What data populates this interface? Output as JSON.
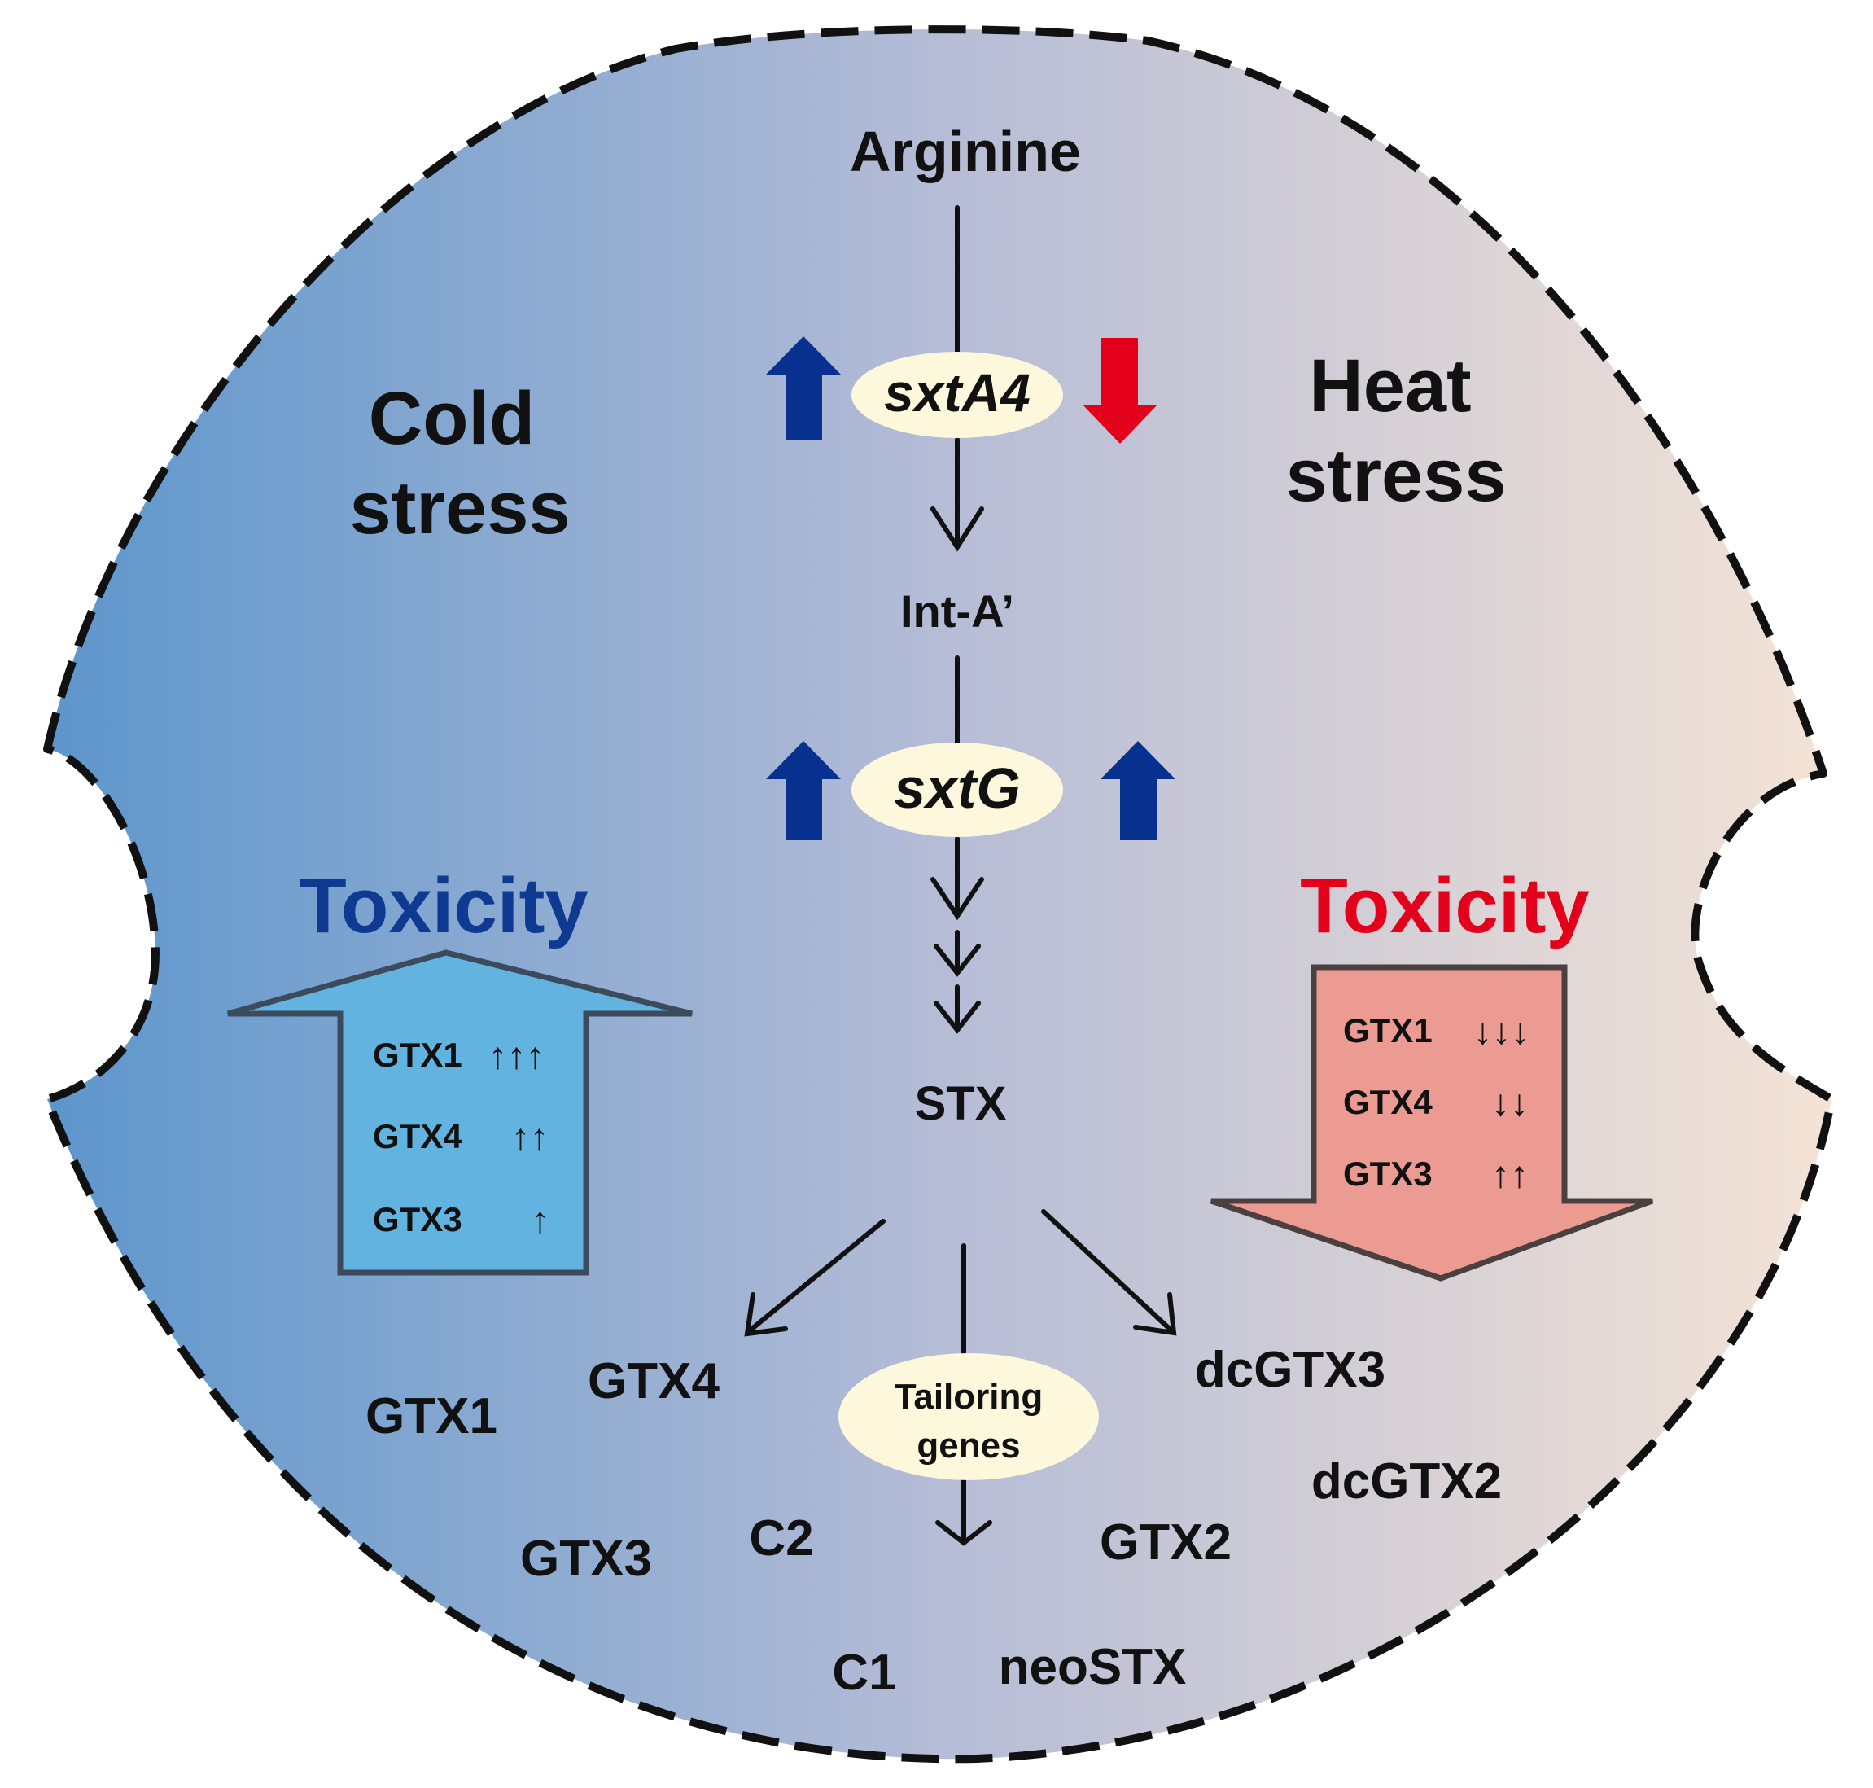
{
  "colors": {
    "cold": "#5d96cc",
    "mid": "#b5bcd6",
    "heat": "#f4e3d6",
    "up_arrow": "#07308f",
    "down_arrow": "#e2001a",
    "toxicity_cold": "#0f3a92",
    "toxicity_heat": "#e2001a",
    "gene_ellipse": "#fdf7dc",
    "cold_box": "#63b3e0",
    "heat_box": "#ec9b93",
    "outline": "#111111"
  },
  "pathway": {
    "start": "Arginine",
    "gene1": "sxtA4",
    "intermediate": "Int-A’",
    "gene2": "sxtG",
    "product": "STX",
    "tailoring_line1": "Tailoring",
    "tailoring_line2": "genes"
  },
  "cold": {
    "title_line1": "Cold",
    "title_line2": "stress",
    "toxicity_label": "Toxicity",
    "sxtA4_regulation": "up-arrow-icon",
    "sxtG_regulation": "up-arrow-icon",
    "items": [
      {
        "name": "GTX1",
        "arrows": "↑↑↑"
      },
      {
        "name": "GTX4",
        "arrows": "↑↑"
      },
      {
        "name": "GTX3",
        "arrows": "↑"
      }
    ]
  },
  "heat": {
    "title_line1": "Heat",
    "title_line2": "stress",
    "toxicity_label": "Toxicity",
    "sxtA4_regulation": "down-arrow-icon",
    "sxtG_regulation": "up-arrow-icon",
    "items": [
      {
        "name": "GTX1",
        "arrows": "↓↓↓"
      },
      {
        "name": "GTX4",
        "arrows": "↓↓"
      },
      {
        "name": "GTX3",
        "arrows": "↑↑"
      }
    ]
  },
  "toxins": {
    "gtx1": "GTX1",
    "gtx4": "GTX4",
    "gtx3": "GTX3",
    "c2": "C2",
    "c1": "C1",
    "neostx": "neoSTX",
    "gtx2": "GTX2",
    "dcgtx3": "dcGTX3",
    "dcgtx2": "dcGTX2"
  }
}
